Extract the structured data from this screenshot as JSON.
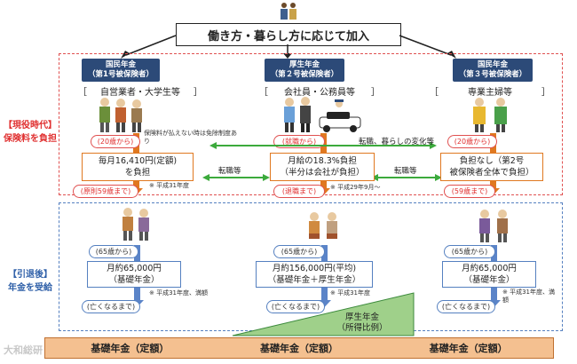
{
  "title": "働き方・暮らし方に応じて加入",
  "columns": [
    {
      "header_line1": "国民年金",
      "header_line2": "（第1号被保険者）",
      "job": "自営業者・大学生等",
      "start": "(20歳から)",
      "note": "保険料が払えない時は免除制度あり",
      "fee_line1": "毎月16,410円(定額)",
      "fee_line2": "を負担",
      "fee_note": "※ 平成31年度",
      "end": "(原則59歳まで)",
      "retire_start": "(65歳から)",
      "pension_line1": "月約65,000円",
      "pension_line2": "（基礎年金）",
      "pension_note": "※ 平成31年度、満額",
      "until": "(亡くなるまで)"
    },
    {
      "header_line1": "厚生年金",
      "header_line2": "（第２号被保険者）",
      "job": "会社員・公務員等",
      "start": "(就職から)",
      "note": "",
      "fee_line1": "月給の18.3%負担",
      "fee_line2": "（半分は会社が負担）",
      "fee_note": "※ 平成29年9月～",
      "end": "(退職まで)",
      "retire_start": "(65歳から)",
      "pension_line1": "月約156,000円(平均)",
      "pension_line2": "（基礎年金＋厚生年金）",
      "pension_note": "※ 平成31年度",
      "until": "(亡くなるまで)"
    },
    {
      "header_line1": "国民年金",
      "header_line2": "（第３号被保険者）",
      "job": "専業主婦等",
      "start": "(20歳から)",
      "note": "",
      "fee_line1": "負担なし（第2号",
      "fee_line2": "被保険者全体で負担）",
      "fee_note": "",
      "end": "(59歳まで)",
      "retire_start": "(65歳から)",
      "pension_line1": "月約65,000円",
      "pension_line2": "（基礎年金）",
      "pension_note": "※ 平成31年度、満額",
      "until": "(亡くなるまで)"
    }
  ],
  "bracket_open": "［",
  "bracket_close": "］",
  "side_labels": {
    "working_line1": "【現役時代】",
    "working_line2": "保険料を負担",
    "retired_line1": "【引退後】",
    "retired_line2": "年金を受給"
  },
  "transitions": {
    "top": "転職、暮らしの変化等",
    "left": "転職等",
    "right": "転職等"
  },
  "kosei": {
    "line1": "厚生年金",
    "line2": "（所得比例）"
  },
  "kiso_label": "基礎年金（定額）",
  "watermark": "大和総研",
  "colors": {
    "orange": "#e07820",
    "blue": "#5b84c8",
    "navy": "#2c4a78",
    "red": "#e03030",
    "green": "#3caa3c"
  }
}
